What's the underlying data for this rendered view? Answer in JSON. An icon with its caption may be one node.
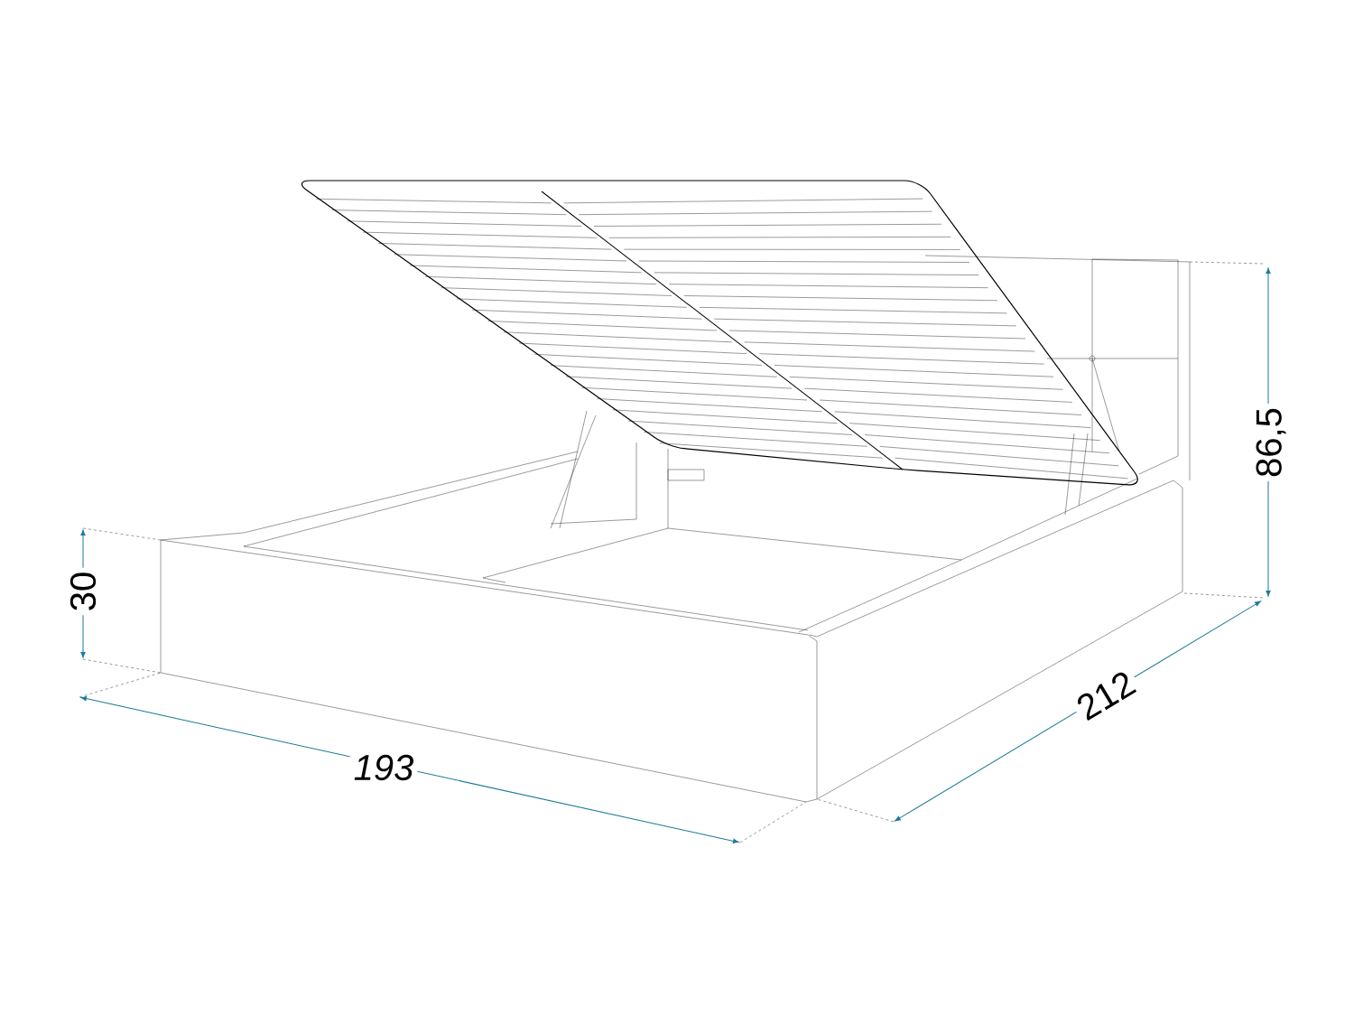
{
  "diagram": {
    "labels": [
      "86,5",
      "30",
      "212",
      "193"
    ]
  }
}
